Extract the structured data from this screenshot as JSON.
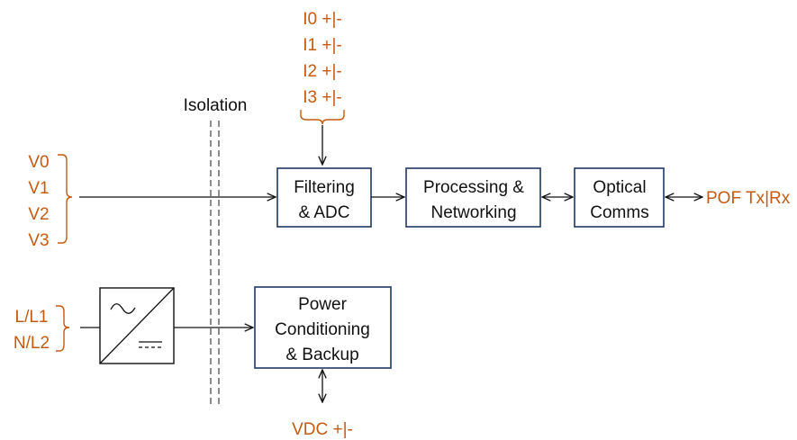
{
  "colors": {
    "io_label": "#c55a11",
    "box_border": "#1f3864",
    "line": "#111111",
    "isolation": "#8c8c8c"
  },
  "current_inputs": [
    "I0 +|-",
    "I1 +|-",
    "I2 +|-",
    "I3 +|-"
  ],
  "voltage_inputs": [
    "V0",
    "V1",
    "V2",
    "V3"
  ],
  "ac_inputs": [
    "L/L1",
    "N/L2"
  ],
  "isolation_label": "Isolation",
  "blocks": {
    "filtering": [
      "Filtering",
      "& ADC"
    ],
    "processing": [
      "Processing &",
      "Networking"
    ],
    "optical": [
      "Optical",
      "Comms"
    ],
    "power": [
      "Power",
      "Conditioning",
      "& Backup"
    ]
  },
  "converter_icons": [
    "ac-wave-icon",
    "dc-symbol-icon"
  ],
  "outputs": {
    "pof": "POF Tx|Rx",
    "vdc": "VDC +|-"
  }
}
